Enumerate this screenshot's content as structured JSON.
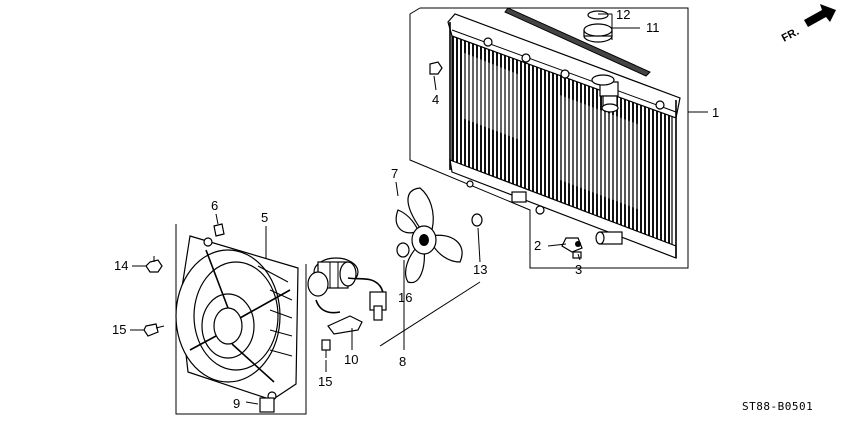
{
  "diagram": {
    "code": "ST88-B0501",
    "direction_label": "FR.",
    "callouts": {
      "c1": "1",
      "c2": "2",
      "c3": "3",
      "c4": "4",
      "c5": "5",
      "c6": "6",
      "c7": "7",
      "c8": "8",
      "c9": "9",
      "c10": "10",
      "c11": "11",
      "c12": "12",
      "c13": "13",
      "c14": "14",
      "c15a": "15",
      "c15b": "15",
      "c16": "16"
    }
  }
}
